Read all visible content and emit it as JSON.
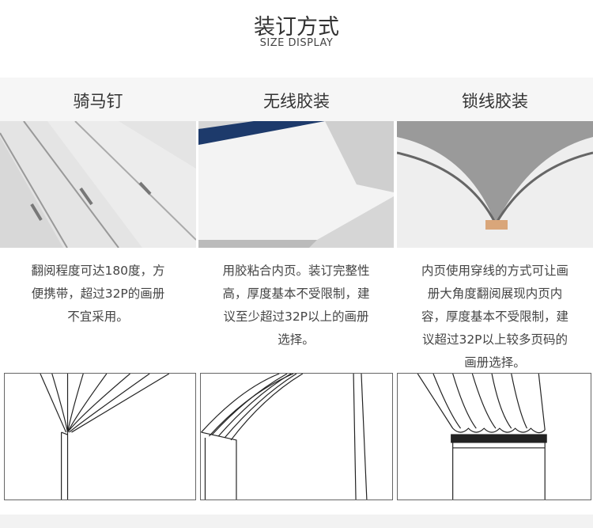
{
  "header": {
    "title": "装订方式",
    "subtitle": "SIZE DISPLAY"
  },
  "columns": [
    {
      "name": "骑马钉",
      "lines": [
        "翻阅程度可达180度，方",
        "便携带，超过32P的画册",
        "不宜采用。"
      ]
    },
    {
      "name": "无线胶装",
      "lines": [
        "用胶粘合内页。装订完整性",
        "高，厚度基本不受限制，建",
        "议至少超过32P以上的画册",
        "选择。"
      ]
    },
    {
      "name": "锁线胶装",
      "lines": [
        "内页使用穿线的方式可让画",
        "册大角度翻阅展现内页内",
        "容，厚度基本不受限制，建",
        "议超过32P以上较多页码的",
        "画册选择。"
      ]
    }
  ]
}
